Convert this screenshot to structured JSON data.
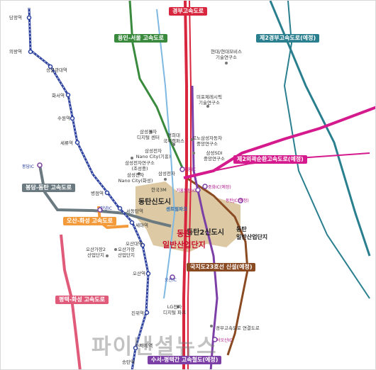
{
  "highways": {
    "gyeongbu": "경부고속도로",
    "yongin_seoul": "용인-서울 고속도로",
    "second_gyeongbu": "제2경부고속도로(예정)",
    "second_outer": "제2외곽순환고속도로(예정)",
    "bongdam_dongtan": "봉담-동탄 고속도로",
    "osan_hwaseong": "오산-화성 고속도로",
    "pyeongtaek_hwaseong": "평택-화성 고속도로",
    "national_23": "국지도23호선 신설(예정)",
    "suseo_pyeongtaek": "수서-평택간 고속철도(예정)"
  },
  "stations": {
    "dangjeong": "당정역",
    "uiwang": "의왕역",
    "sungkyunkwan": "성균관대역",
    "hwaseo": "화서역",
    "suwon": "수원역",
    "seryu": "세류역",
    "byeongjeom": "병점역",
    "seodongtan": "서동탄역",
    "sema": "세마역",
    "osandae": "오산대역",
    "osan": "오산역",
    "jinwi": "진위역",
    "songtan": "송탄역",
    "jije": "지제역"
  },
  "places": {
    "hyundai_mobis": "현대/현대모비스\n기술연구소",
    "mipo": "미포제레시픽\n기술연구소",
    "samsung_digital": "삼성전자\n디지털 센터",
    "kyunghee": "경희대\n국제캠퍼스",
    "renault": "르노삼성자동차\n중앙연구소",
    "samsung_sdi": "삼성SDI\n중앙연구소",
    "nano_giheung": "삼성전자\nNano City(기흥)",
    "samsung_lab": "삼성전자연구소\n(조성중)",
    "nano_hwaseong": "삼성전자\nNano City(화성)",
    "samsung_elec": "삼성전자",
    "hanguk_3m": "한국3M",
    "osan_gajang2": "오산가장2\n산업단지",
    "osan_gajang": "오산가장\n산업단지",
    "lg_digital": "LG전자\n디지털 파크",
    "gyeongbu_connect": "경부고속도로 연결도로"
  },
  "areas": {
    "dongtan_new": "동탄신도시",
    "dongtan2_new": "동탄2신도시",
    "dongtan_industrial_right": "동탄\n일반산업단지",
    "dongtan_industrial_center": "동탄\n일반산업단지",
    "central_park": "센트럴파크"
  },
  "ics": {
    "bongdam": "봉담IC",
    "giheung": "기흥IC",
    "giheung_dongtan": "기흥동탄IC",
    "junghwa": "중화IC(예정)",
    "dongtan_jc": "동탄JC(예정)",
    "anyeong": "안녕IC",
    "osan_ic": "오산IC",
    "seoseoju": "서오산IC"
  },
  "watermark": "파이낸셜뉴스",
  "colors": {
    "gyeongbu": "#d7263d",
    "yongin": "#3a8a3e",
    "second_gyeongbu": "#2a7f8f",
    "outer": "#d41a8c",
    "bongdam": "#6b7a80",
    "osan": "#f39a3a",
    "pyeongtaek": "#e05a7a",
    "national": "#8a4a22",
    "rail": "#7b3fa6",
    "subway": "#2a3f9d",
    "light_blue": "#7fb8e0",
    "dongtan_area": "#d9c49a"
  }
}
